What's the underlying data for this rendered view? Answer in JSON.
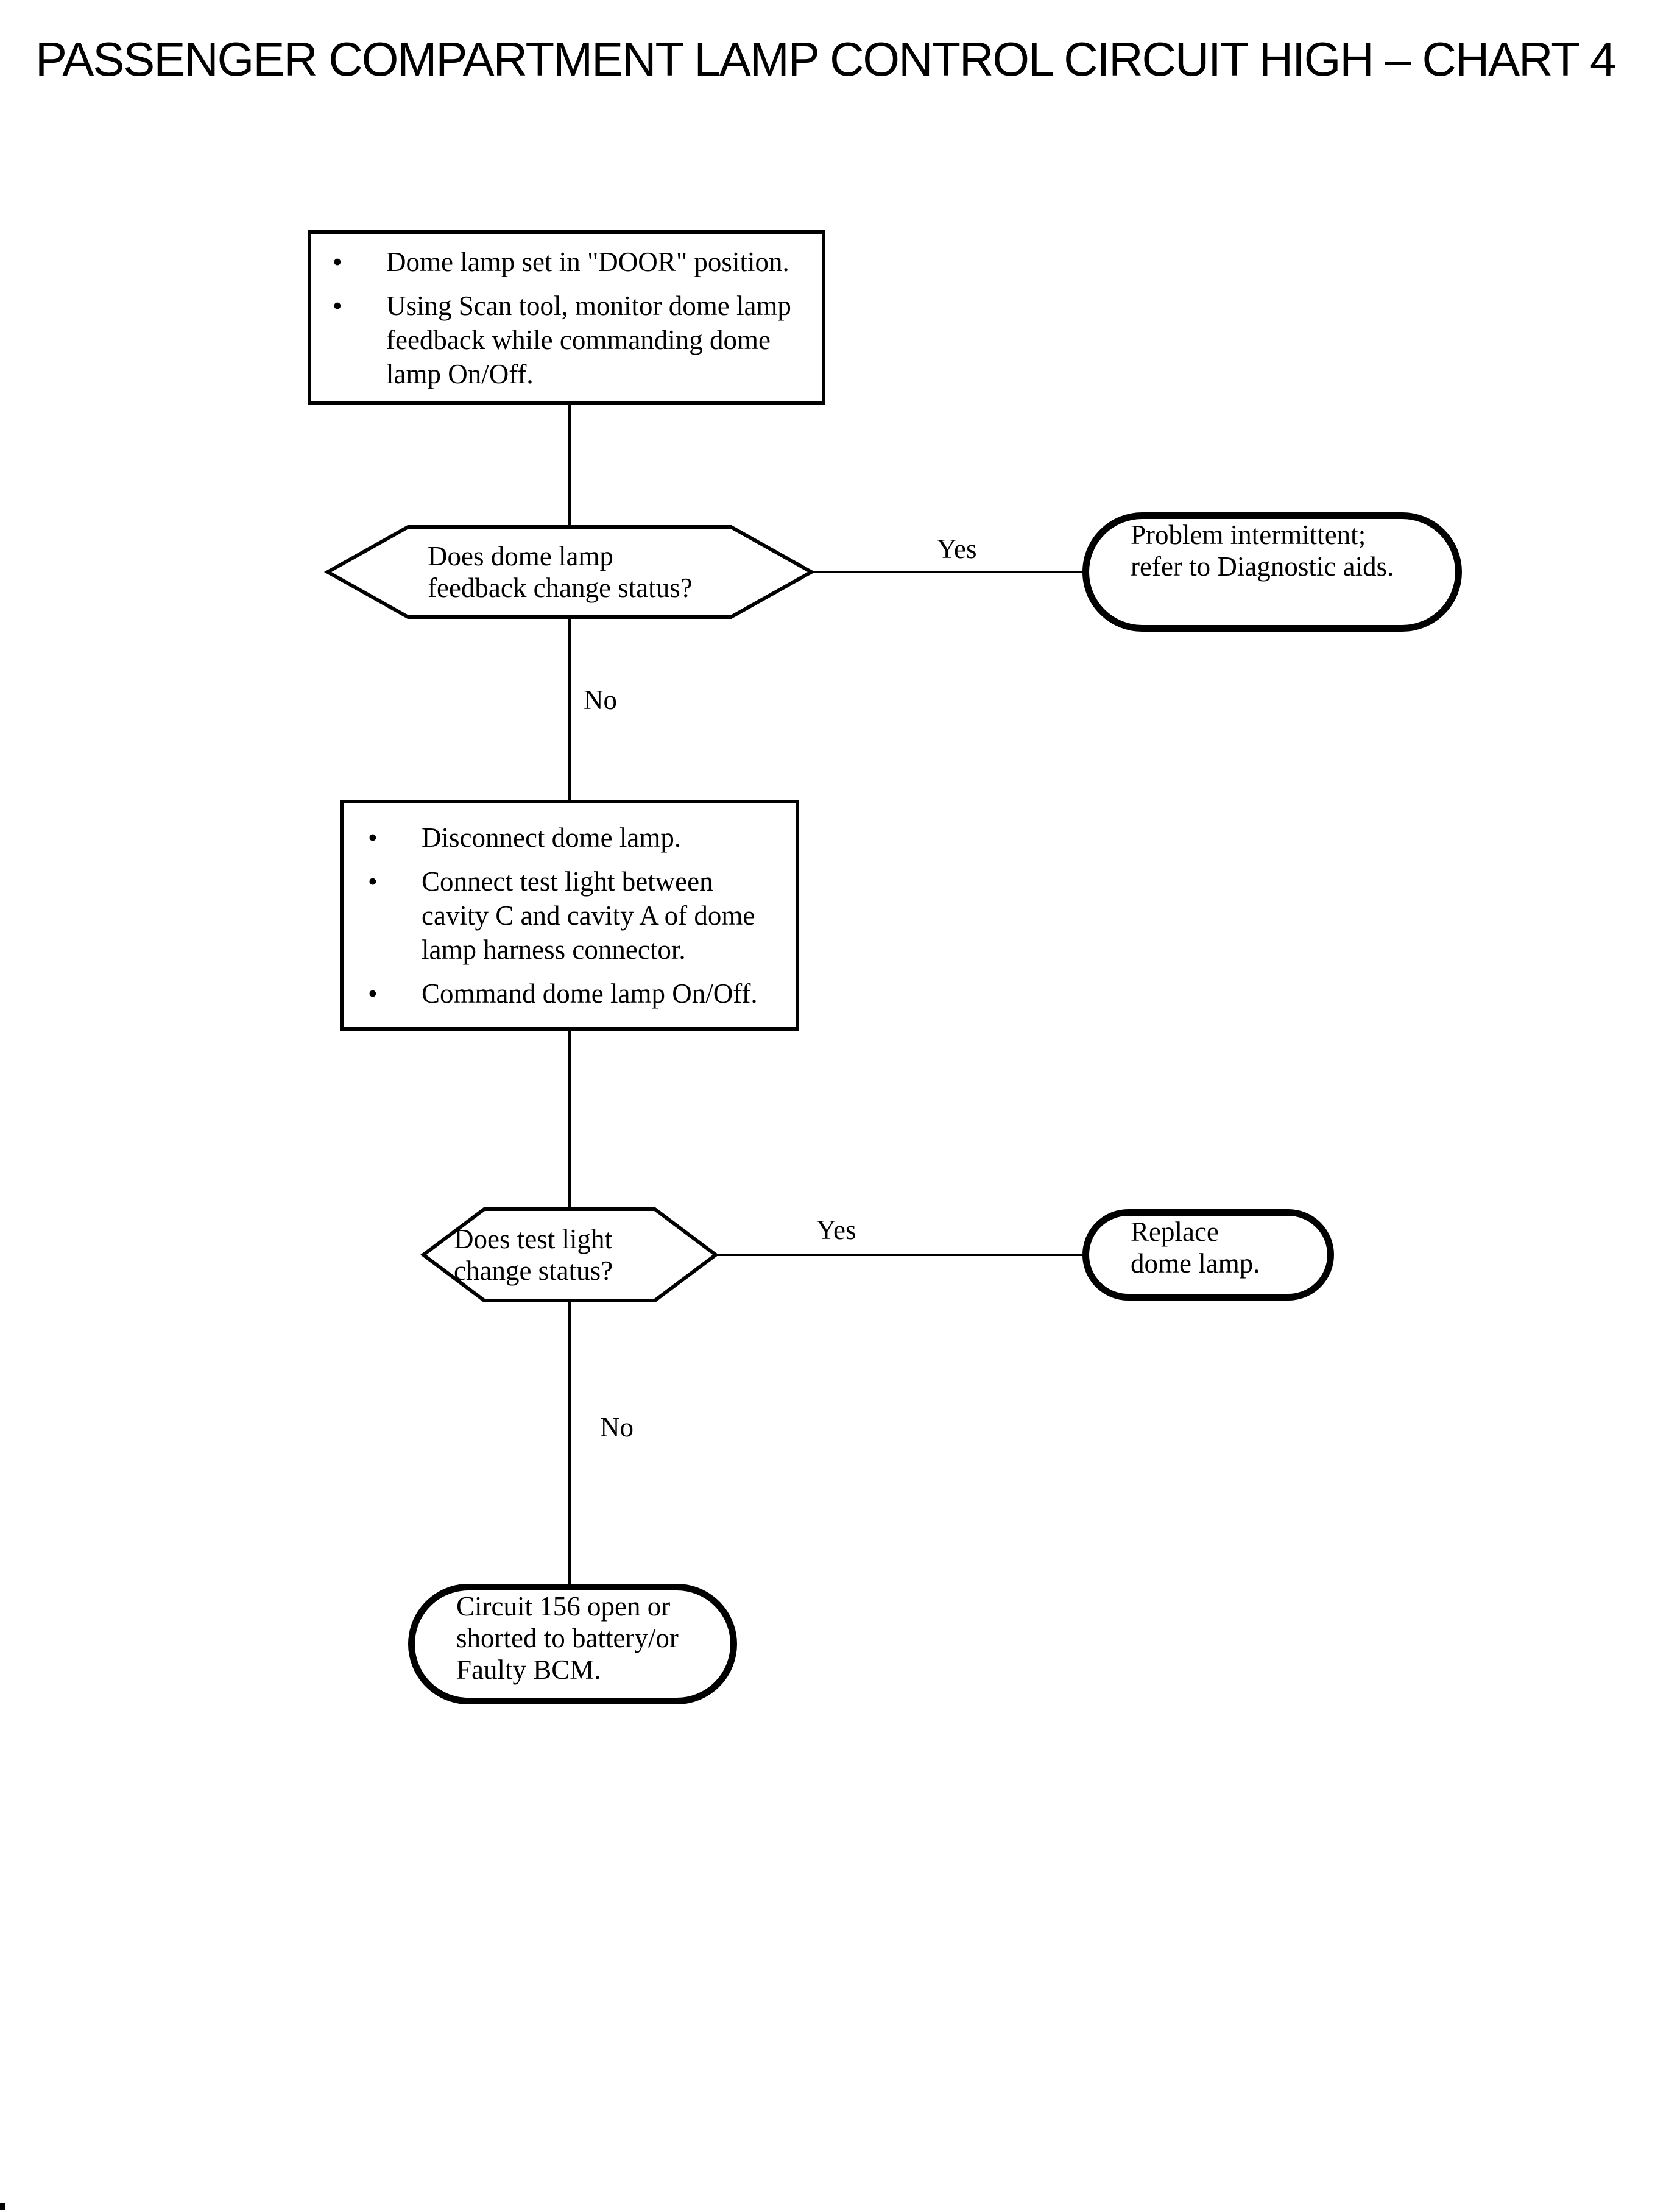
{
  "title": "PASSENGER COMPARTMENT LAMP CONTROL CIRCUIT HIGH – CHART 4",
  "bullet_glyph": "•",
  "flow": {
    "step1": {
      "bullet1": "Dome lamp set in \"DOOR\" position.",
      "bullet2": "Using Scan tool, monitor dome lamp\nfeedback while commanding dome\nlamp On/Off."
    },
    "decision1": {
      "question": "Does dome lamp\nfeedback change status?",
      "yes_label": "Yes",
      "no_label": "No"
    },
    "terminal_intermittent": {
      "text": "Problem intermittent;\nrefer to Diagnostic aids."
    },
    "step2": {
      "bullet1": "Disconnect dome lamp.",
      "bullet2": "Connect test light between\ncavity C and cavity A of dome\nlamp harness connector.",
      "bullet3": "Command dome lamp On/Off."
    },
    "decision2": {
      "question": "Does test light\nchange status?",
      "yes_label": "Yes",
      "no_label": "No"
    },
    "terminal_replace": {
      "text": "Replace\ndome lamp."
    },
    "terminal_circuit": {
      "text": "Circuit 156 open or\nshorted to battery/or\nFaulty BCM."
    }
  },
  "colors": {
    "ink": "#000000",
    "paper": "#ffffff"
  }
}
